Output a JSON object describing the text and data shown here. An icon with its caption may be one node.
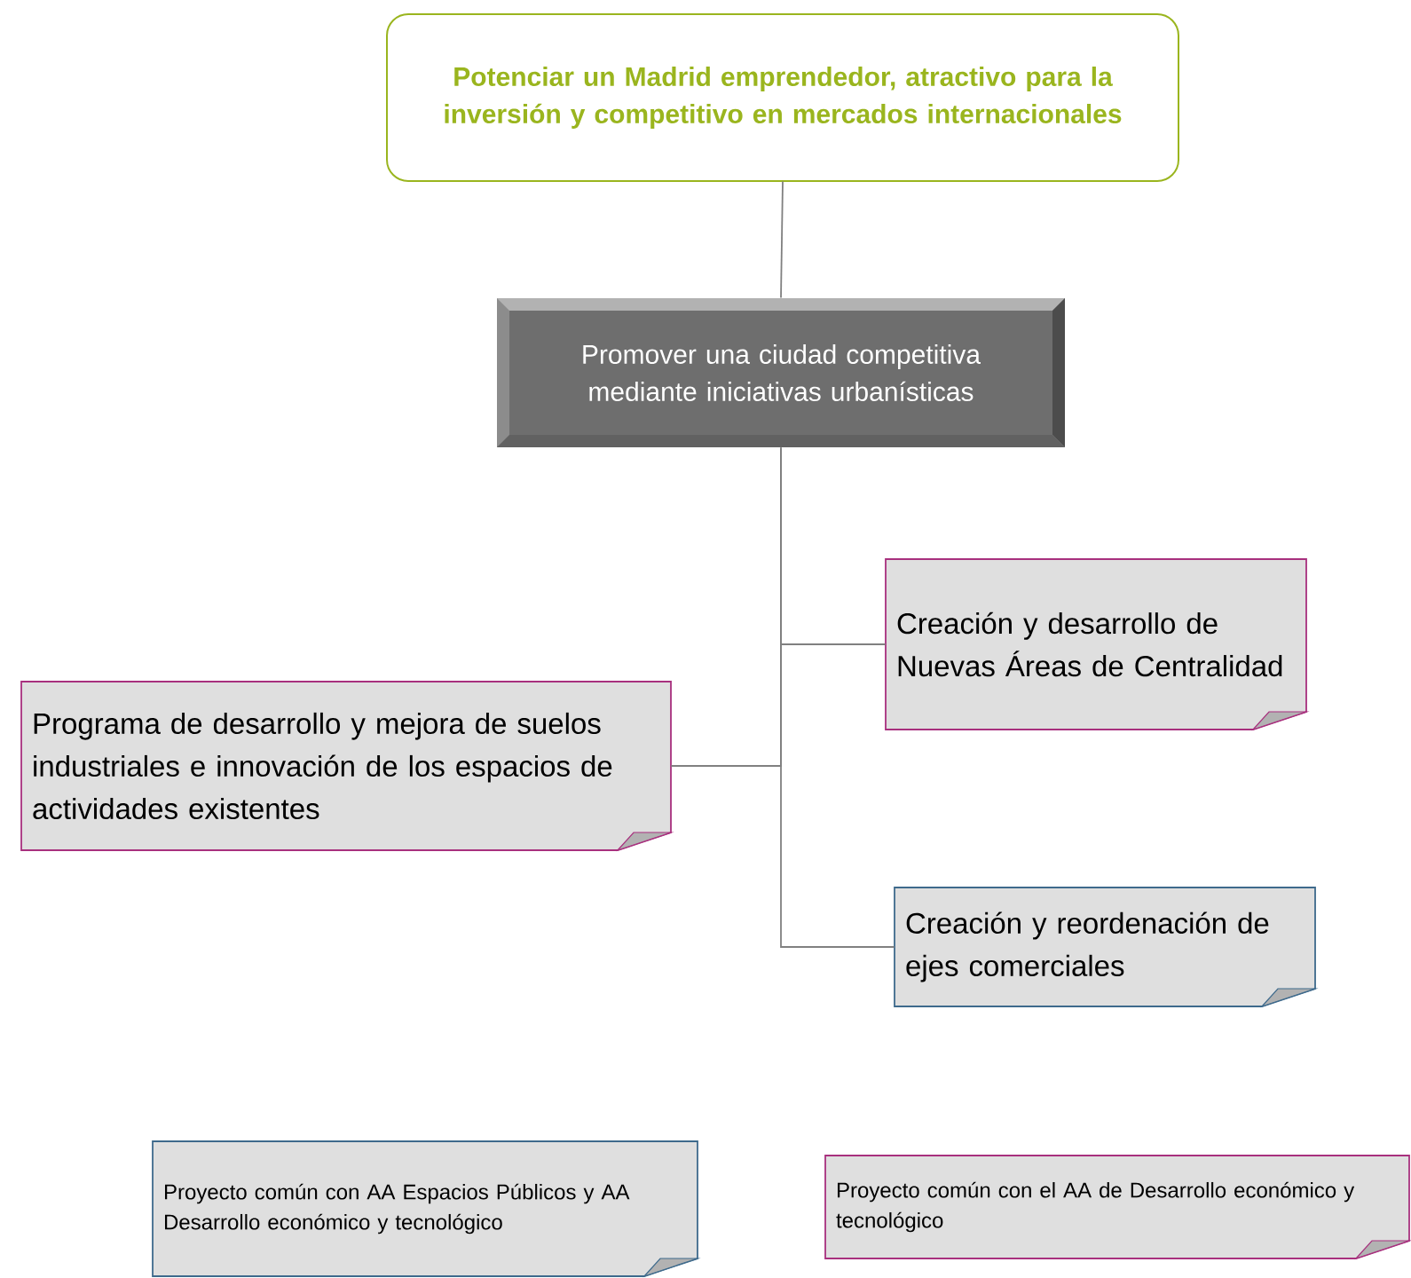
{
  "diagram": {
    "nodes": [
      {
        "text": [
          "Potenciar un Madrid emprendedor, atractivo para la inversión y competitivo en mercados internacionales"
        ]
      },
      {
        "text": [
          "Promover una ciudad competitiva mediante iniciativas urbanísticas"
        ]
      },
      {
        "text": [
          "Creación y desarrollo de Nuevas Áreas de Centralidad"
        ]
      },
      {
        "text": [
          "Programa de desarrollo y mejora de suelos industriales e innovación de los espacios de actividades existentes"
        ]
      },
      {
        "text": [
          "Creación y reordenación de ejes comerciales"
        ]
      },
      {
        "text": [
          "Proyecto común con AA Espacios Públicos y AA Desarrollo económico y tecnológico"
        ]
      },
      {
        "text": [
          "Proyecto común con el AA de Desarrollo económico y tecnológico"
        ]
      }
    ],
    "edges": [
      {
        "from": 0,
        "to": 1,
        "arrow": "none"
      },
      {
        "from": 1,
        "to": 2,
        "arrow": "none"
      },
      {
        "from": 1,
        "to": 3,
        "arrow": "none"
      },
      {
        "from": 1,
        "to": 4,
        "arrow": "none"
      }
    ]
  }
}
